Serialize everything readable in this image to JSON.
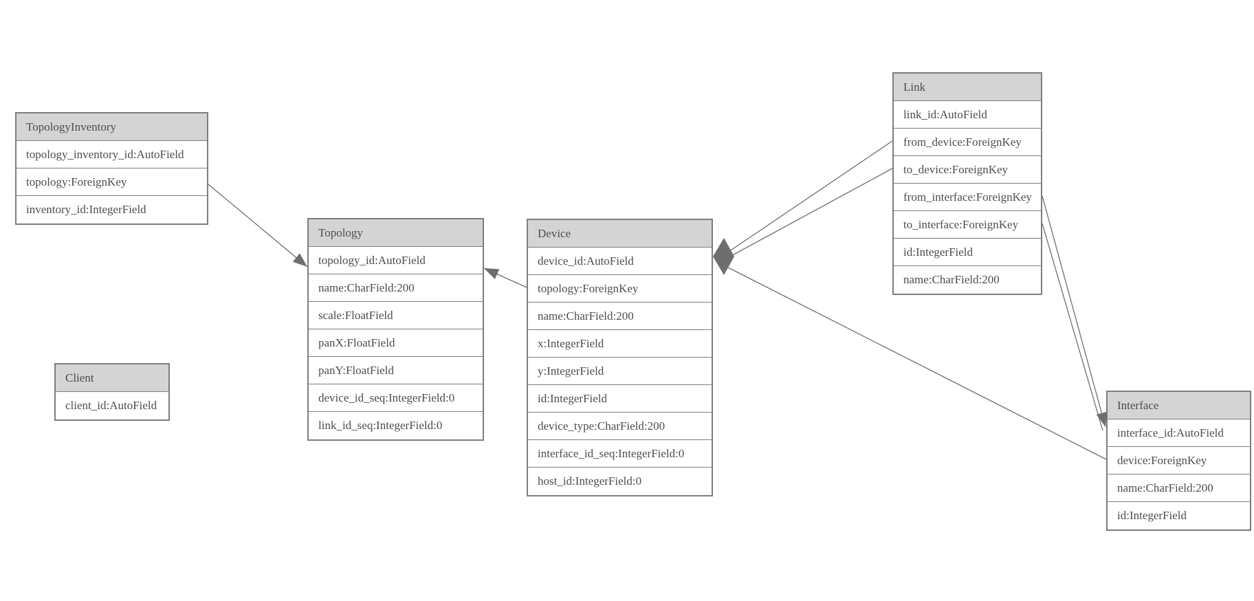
{
  "diagram": {
    "type": "database-model-diagram",
    "colors": {
      "header_fill": "#d4d4d4",
      "table_border": "#7d7d7d",
      "text": "#4d4d4d",
      "relation_line": "#6e6e6e",
      "background": "#ffffff"
    },
    "entities": [
      {
        "name": "TopologyInventory",
        "fields": [
          "topology_inventory_id:AutoField",
          "topology:ForeignKey",
          "inventory_id:IntegerField"
        ]
      },
      {
        "name": "Topology",
        "fields": [
          "topology_id:AutoField",
          "name:CharField:200",
          "scale:FloatField",
          "panX:FloatField",
          "panY:FloatField",
          "device_id_seq:IntegerField:0",
          "link_id_seq:IntegerField:0"
        ]
      },
      {
        "name": "Client",
        "fields": [
          "client_id:AutoField"
        ]
      },
      {
        "name": "Device",
        "fields": [
          "device_id:AutoField",
          "topology:ForeignKey",
          "name:CharField:200",
          "x:IntegerField",
          "y:IntegerField",
          "id:IntegerField",
          "device_type:CharField:200",
          "interface_id_seq:IntegerField:0",
          "host_id:IntegerField:0"
        ]
      },
      {
        "name": "Link",
        "fields": [
          "link_id:AutoField",
          "from_device:ForeignKey",
          "to_device:ForeignKey",
          "from_interface:ForeignKey",
          "to_interface:ForeignKey",
          "id:IntegerField",
          "name:CharField:200"
        ]
      },
      {
        "name": "Interface",
        "fields": [
          "interface_id:AutoField",
          "device:ForeignKey",
          "name:CharField:200",
          "id:IntegerField"
        ]
      }
    ],
    "relationships": [
      {
        "from": "TopologyInventory.topology",
        "to": "Topology",
        "arrow_at": "Topology"
      },
      {
        "from": "Device.topology",
        "to": "Topology",
        "arrow_at": "Topology"
      },
      {
        "from": "Link.from_device",
        "to": "Device",
        "arrow_at": "Device"
      },
      {
        "from": "Link.to_device",
        "to": "Device",
        "arrow_at": "Device"
      },
      {
        "from": "Interface.device",
        "to": "Device",
        "arrow_at": "Device"
      },
      {
        "from": "Link.from_interface",
        "to": "Interface",
        "arrow_at": "Interface"
      },
      {
        "from": "Link.to_interface",
        "to": "Interface",
        "arrow_at": "Interface"
      }
    ]
  }
}
